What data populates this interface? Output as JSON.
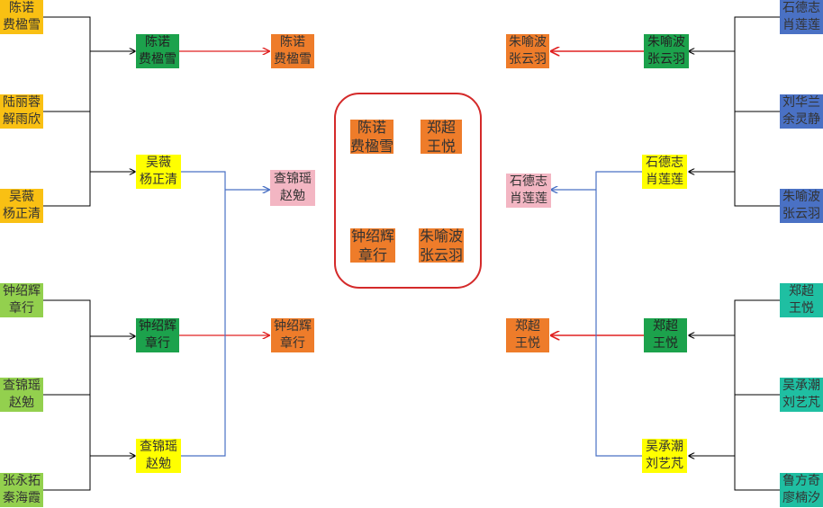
{
  "colors": {
    "gold": "#f9c013",
    "lime": "#93d04e",
    "blue": "#4a71c4",
    "teal": "#1fbfa2",
    "green": "#1ca24c",
    "yellow": "#ffff00",
    "orange": "#ee7c2a",
    "pink": "#f3b6c3",
    "red_line": "#e02020",
    "blue_line": "#4a71c4",
    "black_line": "#000000"
  },
  "left": {
    "round1": [
      {
        "line1": "陈诺",
        "line2": "费楹雪"
      },
      {
        "line1": "陆丽蓉",
        "line2": "解雨欣"
      },
      {
        "line1": "吴薇",
        "line2": "杨正清"
      },
      {
        "line1": "钟绍辉",
        "line2": "章行"
      },
      {
        "line1": "查锦瑶",
        "line2": "赵勉"
      },
      {
        "line1": "张永拓",
        "line2": "秦海霞"
      }
    ],
    "round2": [
      {
        "line1": "陈诺",
        "line2": "费楹雪"
      },
      {
        "line1": "吴薇",
        "line2": "杨正清"
      },
      {
        "line1": "钟绍辉",
        "line2": "章行"
      },
      {
        "line1": "查锦瑶",
        "line2": "赵勉"
      }
    ],
    "round3": [
      {
        "line1": "陈诺",
        "line2": "费楹雪"
      },
      {
        "line1": "查锦瑶",
        "line2": "赵勉"
      },
      {
        "line1": "钟绍辉",
        "line2": "章行"
      }
    ]
  },
  "right": {
    "round1": [
      {
        "line1": "石德志",
        "line2": "肖莲莲"
      },
      {
        "line1": "刘华兰",
        "line2": "余灵静"
      },
      {
        "line1": "朱喻波",
        "line2": "张云羽"
      },
      {
        "line1": "郑超",
        "line2": "王悦"
      },
      {
        "line1": "吴承潮",
        "line2": "刘艺芃"
      },
      {
        "line1": "鲁方奇",
        "line2": "廖楠汐"
      }
    ],
    "round2": [
      {
        "line1": "朱喻波",
        "line2": "张云羽"
      },
      {
        "line1": "石德志",
        "line2": "肖莲莲"
      },
      {
        "line1": "郑超",
        "line2": "王悦"
      },
      {
        "line1": "吴承潮",
        "line2": "刘艺芃"
      }
    ],
    "round3": [
      {
        "line1": "朱喻波",
        "line2": "张云羽"
      },
      {
        "line1": "石德志",
        "line2": "肖莲莲"
      },
      {
        "line1": "郑超",
        "line2": "王悦"
      }
    ]
  },
  "center": [
    {
      "line1": "陈诺",
      "line2": "费楹雪"
    },
    {
      "line1": "郑超",
      "line2": "王悦"
    },
    {
      "line1": "钟绍辉",
      "line2": "章行"
    },
    {
      "line1": "朱喻波",
      "line2": "张云羽"
    }
  ]
}
